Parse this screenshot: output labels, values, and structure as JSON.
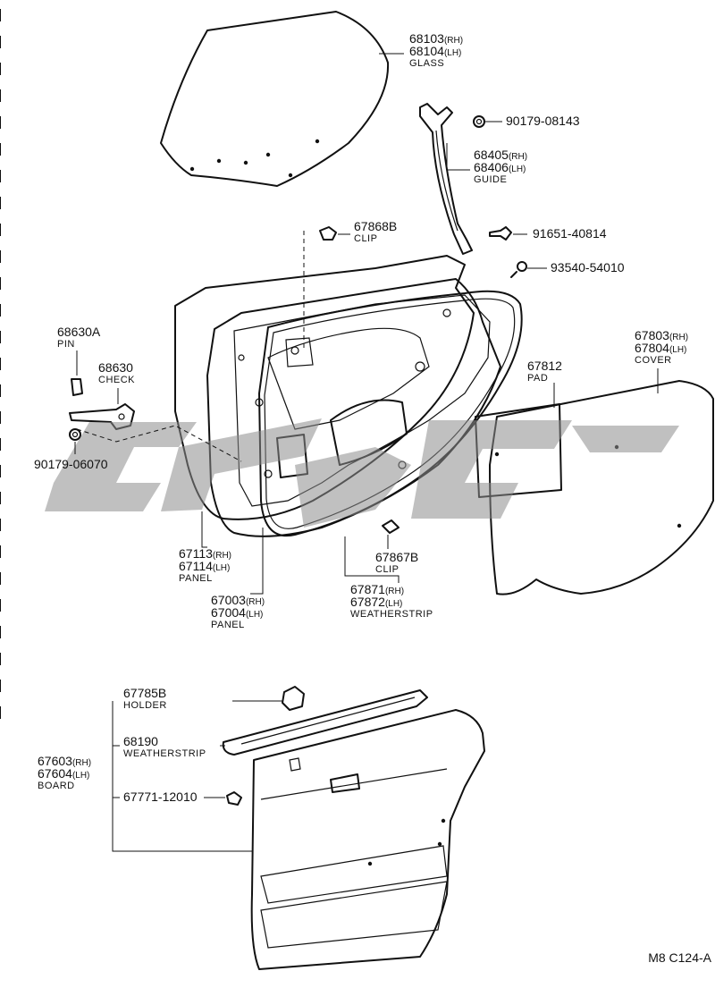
{
  "watermark_text": "CPG",
  "code": {
    "text": "M8  C124-A"
  },
  "callouts": [
    {
      "key": "glass",
      "lines": [
        {
          "num": "68103",
          "side": "(RH)"
        },
        {
          "num": "68104",
          "side": "(LH)"
        }
      ],
      "name": "GLASS"
    },
    {
      "key": "nut_90179_08143",
      "lines": [
        {
          "num": "90179-08143",
          "side": ""
        }
      ],
      "name": ""
    },
    {
      "key": "guide",
      "lines": [
        {
          "num": "68405",
          "side": "(RH)"
        },
        {
          "num": "68406",
          "side": "(LH)"
        }
      ],
      "name": "GUIDE"
    },
    {
      "key": "clip_67868b",
      "lines": [
        {
          "num": "67868B",
          "side": ""
        }
      ],
      "name": "CLIP"
    },
    {
      "key": "bolt_91651",
      "lines": [
        {
          "num": "91651-40814",
          "side": ""
        }
      ],
      "name": ""
    },
    {
      "key": "screw_93540",
      "lines": [
        {
          "num": "93540-54010",
          "side": ""
        }
      ],
      "name": ""
    },
    {
      "key": "pin",
      "lines": [
        {
          "num": "68630A",
          "side": ""
        }
      ],
      "name": "PIN"
    },
    {
      "key": "check",
      "lines": [
        {
          "num": "68630",
          "side": ""
        }
      ],
      "name": "CHECK"
    },
    {
      "key": "nut_90179_06070",
      "lines": [
        {
          "num": "90179-06070",
          "side": ""
        }
      ],
      "name": ""
    },
    {
      "key": "cover",
      "lines": [
        {
          "num": "67803",
          "side": "(RH)"
        },
        {
          "num": "67804",
          "side": "(LH)"
        }
      ],
      "name": "COVER"
    },
    {
      "key": "pad",
      "lines": [
        {
          "num": "67812",
          "side": ""
        }
      ],
      "name": "PAD"
    },
    {
      "key": "panel_outer",
      "lines": [
        {
          "num": "67113",
          "side": "(RH)"
        },
        {
          "num": "67114",
          "side": "(LH)"
        }
      ],
      "name": "PANEL"
    },
    {
      "key": "panel",
      "lines": [
        {
          "num": "67003",
          "side": "(RH)"
        },
        {
          "num": "67004",
          "side": "(LH)"
        }
      ],
      "name": "PANEL"
    },
    {
      "key": "clip_67867b",
      "lines": [
        {
          "num": "67867B",
          "side": ""
        }
      ],
      "name": "CLIP"
    },
    {
      "key": "weatherstrip_door",
      "lines": [
        {
          "num": "67871",
          "side": "(RH)"
        },
        {
          "num": "67872",
          "side": "(LH)"
        }
      ],
      "name": "WEATHERSTRIP"
    },
    {
      "key": "holder",
      "lines": [
        {
          "num": "67785B",
          "side": ""
        }
      ],
      "name": "HOLDER"
    },
    {
      "key": "weatherstrip_belt",
      "lines": [
        {
          "num": "68190",
          "side": ""
        }
      ],
      "name": "WEATHERSTRIP"
    },
    {
      "key": "board",
      "lines": [
        {
          "num": "67603",
          "side": "(RH)"
        },
        {
          "num": "67604",
          "side": "(LH)"
        }
      ],
      "name": "BOARD"
    },
    {
      "key": "clip_67771",
      "lines": [
        {
          "num": "67771-12010",
          "side": ""
        }
      ],
      "name": ""
    }
  ]
}
